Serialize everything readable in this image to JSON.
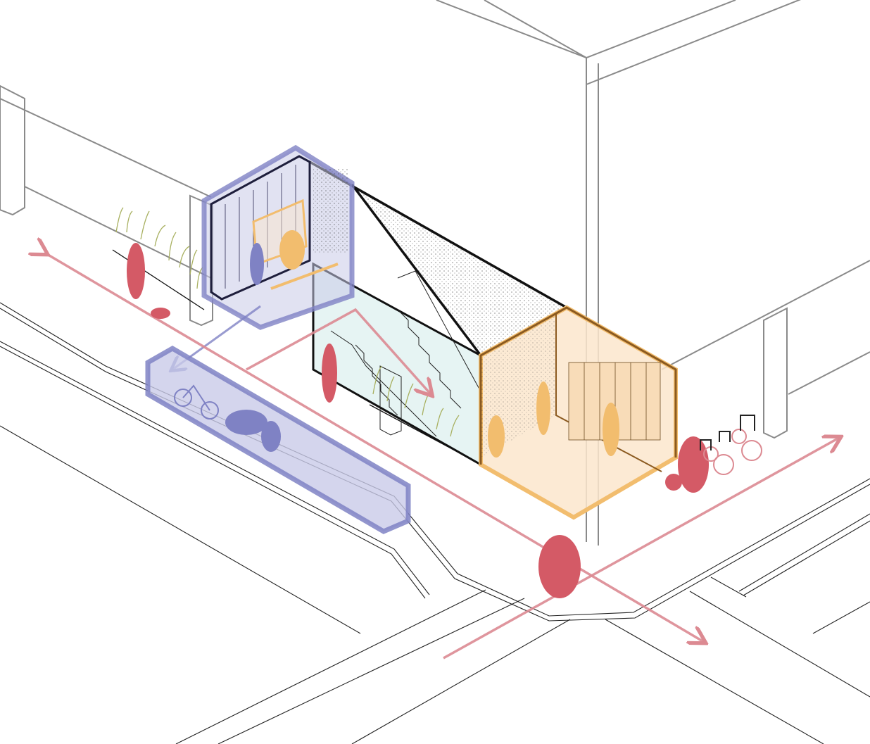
{
  "colors": {
    "background": "#ffffff",
    "building_line": "#8a8a8a",
    "street_line": "#222222",
    "blue_zone": "#7f82c4",
    "blue_fill": "#c9cbe8",
    "orange_zone": "#f2bd6e",
    "orange_fill": "#fbe6cc",
    "circulation_red": "#dc8a92",
    "figure_red": "#d45a66",
    "glass_fill": "#e6f4f3",
    "planting": "#a8b060"
  },
  "elements": [
    "corner-building",
    "blue-pod",
    "orange-pod",
    "glazed-stair-volume",
    "parking-strip",
    "circulation-arrows",
    "pedestrian-figures",
    "bike-rack",
    "planting"
  ]
}
